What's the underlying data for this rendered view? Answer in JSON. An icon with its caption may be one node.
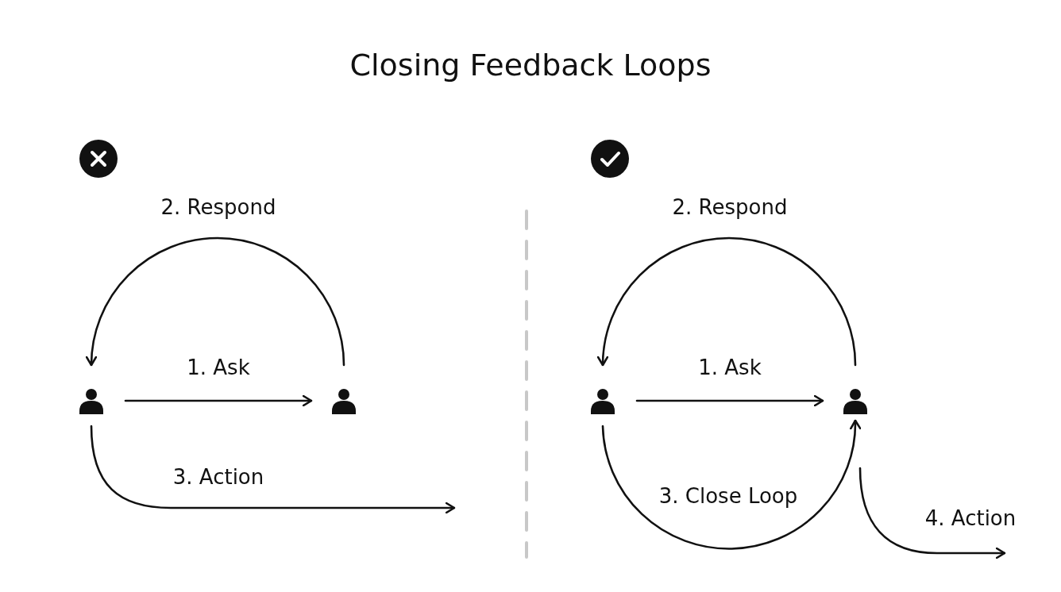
{
  "diagram": {
    "title": "Closing Feedback Loops",
    "nodes": [
      {
        "text": [],
        "shape": "person"
      },
      {
        "text": [],
        "shape": "person"
      },
      {
        "text": [],
        "shape": "person"
      },
      {
        "text": [],
        "shape": "person"
      }
    ],
    "edges": [
      {
        "from": 0,
        "to": 1,
        "arrow": "to",
        "label": "1. Ask"
      },
      {
        "from": 1,
        "to": 0,
        "arrow": "to",
        "label": "2. Respond"
      },
      {
        "from": 0,
        "to": null,
        "arrow": "to",
        "label": "3. Action"
      },
      {
        "from": 2,
        "to": 3,
        "arrow": "to",
        "label": "1. Ask"
      },
      {
        "from": 3,
        "to": 2,
        "arrow": "to",
        "label": "2. Respond"
      },
      {
        "from": 2,
        "to": 3,
        "arrow": "to",
        "label": "3. Close Loop"
      },
      {
        "from": 3,
        "to": null,
        "arrow": "to",
        "label": "4. Action"
      }
    ]
  }
}
